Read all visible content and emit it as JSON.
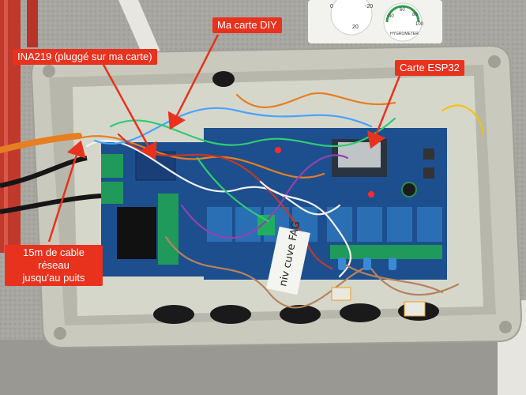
{
  "annotations": {
    "ma_carte_diy": "Ma carte DIY",
    "ina219": "INA219 (pluggé sur ma carte)",
    "carte_esp32": "Carte ESP32",
    "cable_lines": [
      "15m de cable",
      "réseau",
      "jusqu'au puits"
    ]
  },
  "thermometer": {
    "scale_marks": [
      "0",
      "-20",
      "20",
      "40",
      "60",
      "80",
      "100"
    ],
    "brand": "HYGROMETER"
  },
  "handwritten_tag": "niv cuve FAG",
  "colors": {
    "annotation_bg": "#e8321e",
    "annotation_text": "#ffffff",
    "arrow": "#e8321e",
    "pcb_blue": "#1d4f8f",
    "relay_blue": "#2a6fb3",
    "terminal_green": "#1f9a5a",
    "enclosure": "#c7c8bd",
    "wall": "#a9a7a2"
  }
}
